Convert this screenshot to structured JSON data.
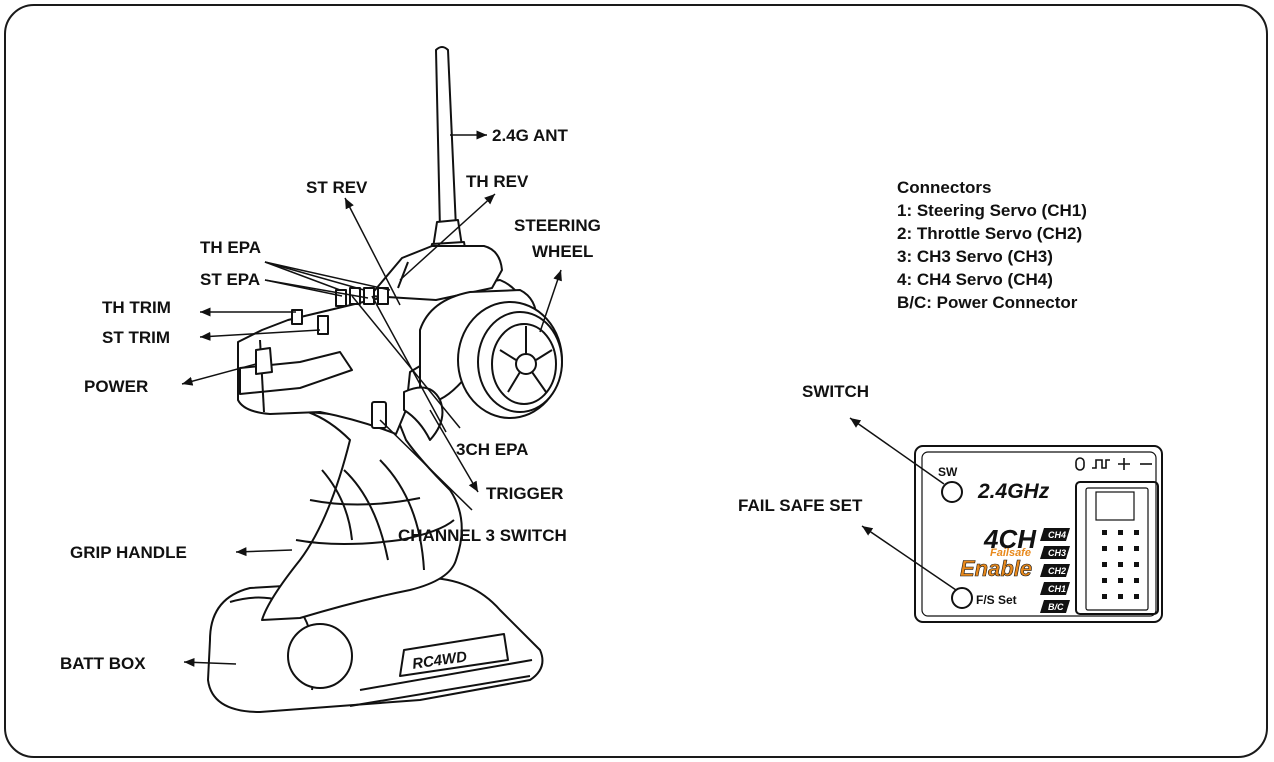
{
  "labels": {
    "antenna": "2.4G ANT",
    "st_rev": "ST REV",
    "th_rev": "TH REV",
    "steering_wheel_1": "STEERING",
    "steering_wheel_2": "WHEEL",
    "th_epa": "TH EPA",
    "st_epa": "ST EPA",
    "th_trim": "TH TRIM",
    "st_trim": "ST TRIM",
    "power": "POWER",
    "ch3_epa": "3CH EPA",
    "trigger": "TRIGGER",
    "channel3_switch": "CHANNEL 3 SWITCH",
    "grip_handle": "GRIP HANDLE",
    "batt_box": "BATT BOX",
    "switch": "SWITCH",
    "fail_safe_set": "FAIL SAFE SET"
  },
  "connectors": {
    "title": "Connectors",
    "items": [
      "1: Steering Servo (CH1)",
      "2: Throttle Servo (CH2)",
      "3: CH3 Servo (CH3)",
      "4: CH4 Servo (CH4)",
      "B/C: Power Connector"
    ]
  },
  "receiver": {
    "sw": "SW",
    "band": "2.4GHz",
    "channels": "4CH",
    "failsafe_top": "Failsafe",
    "failsafe_bottom": "Enable",
    "fs_set": "F/S Set",
    "ports": [
      "CH4",
      "CH3",
      "CH2",
      "CH1",
      "B/C"
    ]
  },
  "transmitter": {
    "brand": "RC4WD"
  },
  "colors": {
    "ink": "#111111",
    "failsafe_orange": "#e8891c"
  }
}
